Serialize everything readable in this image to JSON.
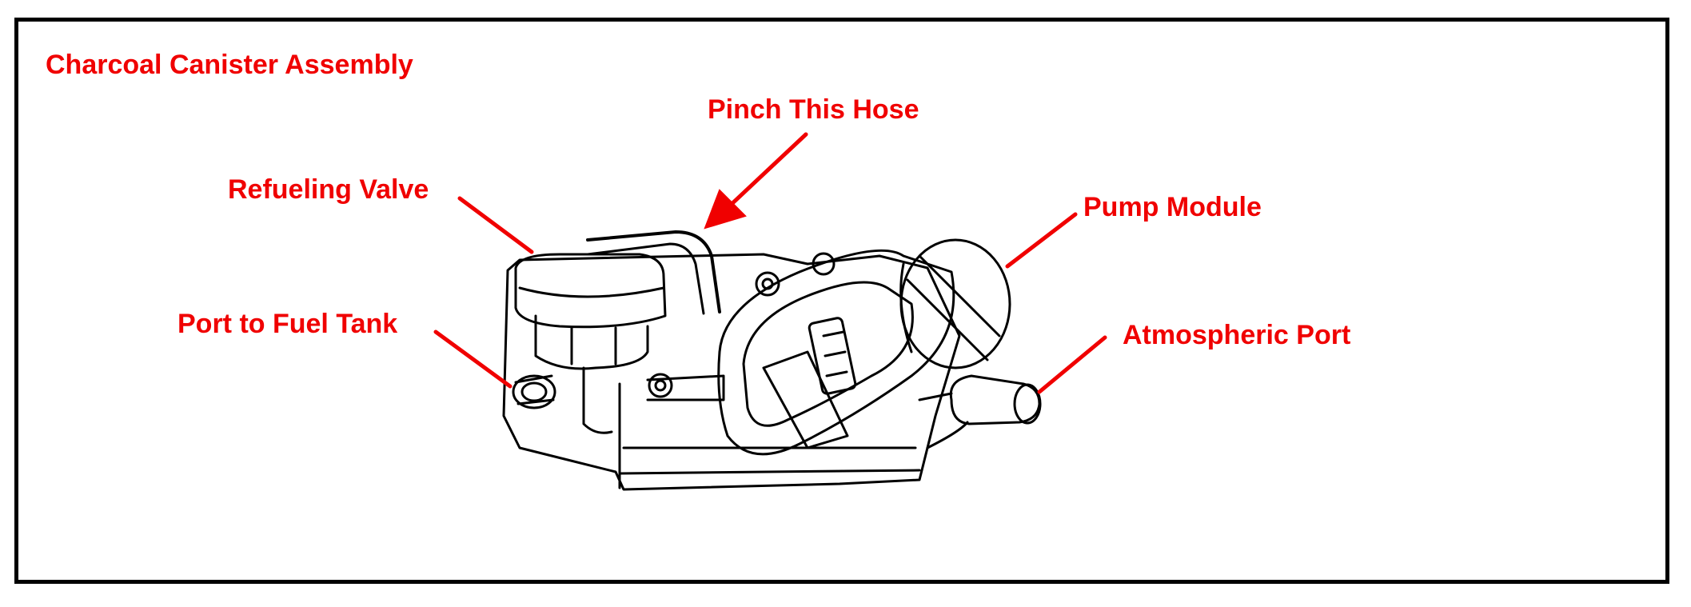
{
  "diagram": {
    "title": "Charcoal Canister Assembly",
    "accent_color": "#f00000",
    "callouts": {
      "pinch_hose": "Pinch This Hose",
      "refueling_valve": "Refueling Valve",
      "port_fuel_tank": "Port to Fuel Tank",
      "pump_module": "Pump Module",
      "atmospheric_port": "Atmospheric Port"
    }
  }
}
